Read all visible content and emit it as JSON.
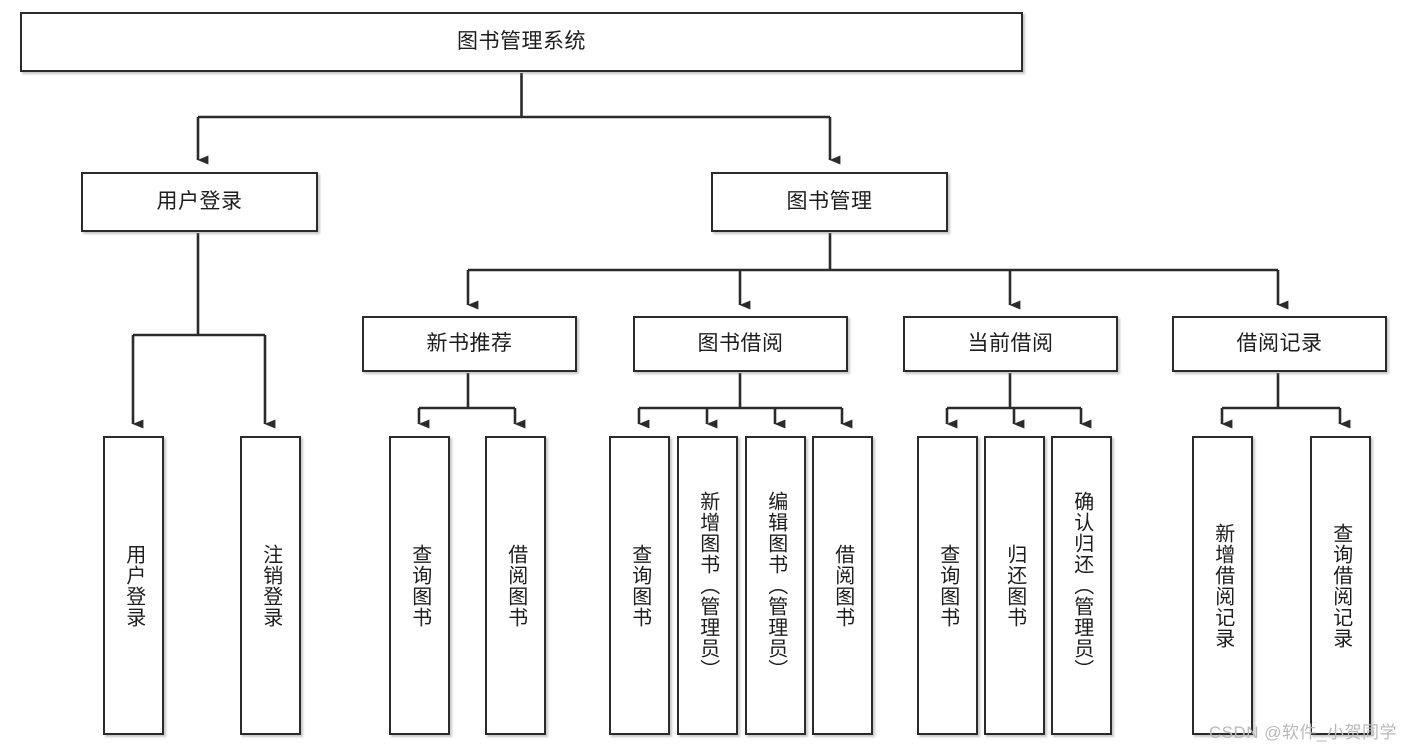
{
  "diagram": {
    "title": "图书管理系统",
    "type": "tree-hierarchy-chart",
    "watermark": "CSDN @软件_小贺同学",
    "colors": {
      "stroke": "#2b2b2b",
      "fill": "#ffffff",
      "text": "#1d1d1d",
      "watermark": "#b9b9b9"
    },
    "root": {
      "label": "图书管理系统"
    },
    "level2": [
      {
        "label": "用户登录"
      },
      {
        "label": "图书管理"
      }
    ],
    "level3": [
      {
        "label": "新书推荐"
      },
      {
        "label": "图书借阅"
      },
      {
        "label": "当前借阅"
      },
      {
        "label": "借阅记录"
      }
    ],
    "leaves": {
      "user_login": [
        {
          "label": "用户登录"
        },
        {
          "label": "注销登录"
        }
      ],
      "new_book": [
        {
          "label": "查询图书"
        },
        {
          "label": "借阅图书"
        }
      ],
      "book_borrow": [
        {
          "label": "查询图书"
        },
        {
          "label": "新增图书（管理员）"
        },
        {
          "label": "编辑图书（管理员）"
        },
        {
          "label": "借阅图书"
        }
      ],
      "current_borrow": [
        {
          "label": "查询图书"
        },
        {
          "label": "归还图书"
        },
        {
          "label": "确认归还（管理员）"
        }
      ],
      "borrow_record": [
        {
          "label": "新增借阅记录"
        },
        {
          "label": "查询借阅记录"
        }
      ]
    }
  }
}
